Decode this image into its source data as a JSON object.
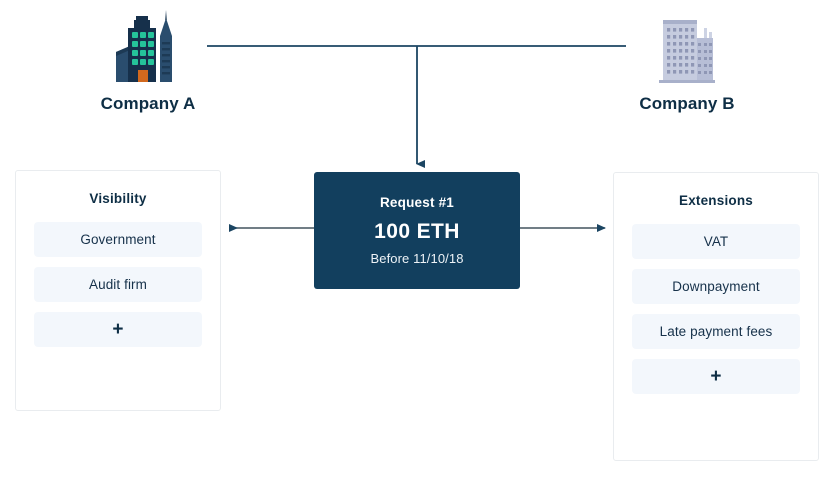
{
  "diagram": {
    "background_color": "#ffffff",
    "accent_color": "#123f5e",
    "connector_color": "#1b4562",
    "pill_color": "#f3f7fc"
  },
  "nodes": {
    "company_a": {
      "label": "Company A",
      "icon": "city-buildings-icon"
    },
    "company_b": {
      "label": "Company B",
      "icon": "office-building-icon"
    }
  },
  "request": {
    "title": "Request #1",
    "amount": "100 ETH",
    "due": "Before 11/10/18"
  },
  "panels": [
    {
      "key": "visibility",
      "title": "Visibility",
      "items": [
        {
          "label": "Government",
          "type": "entry"
        },
        {
          "label": "Audit firm",
          "type": "entry"
        },
        {
          "label": "+",
          "type": "add"
        }
      ]
    },
    {
      "key": "extensions",
      "title": "Extensions",
      "items": [
        {
          "label": "VAT",
          "type": "entry"
        },
        {
          "label": "Downpayment",
          "type": "entry"
        },
        {
          "label": "Late payment fees",
          "type": "entry"
        },
        {
          "label": "+",
          "type": "add"
        }
      ]
    }
  ],
  "connectors": [
    {
      "name": "company-a-to-company-b",
      "style": "line"
    },
    {
      "name": "companies-to-request",
      "style": "arrow-down"
    },
    {
      "name": "request-to-visibility",
      "style": "arrow-left"
    },
    {
      "name": "request-to-extensions",
      "style": "arrow-right"
    }
  ]
}
